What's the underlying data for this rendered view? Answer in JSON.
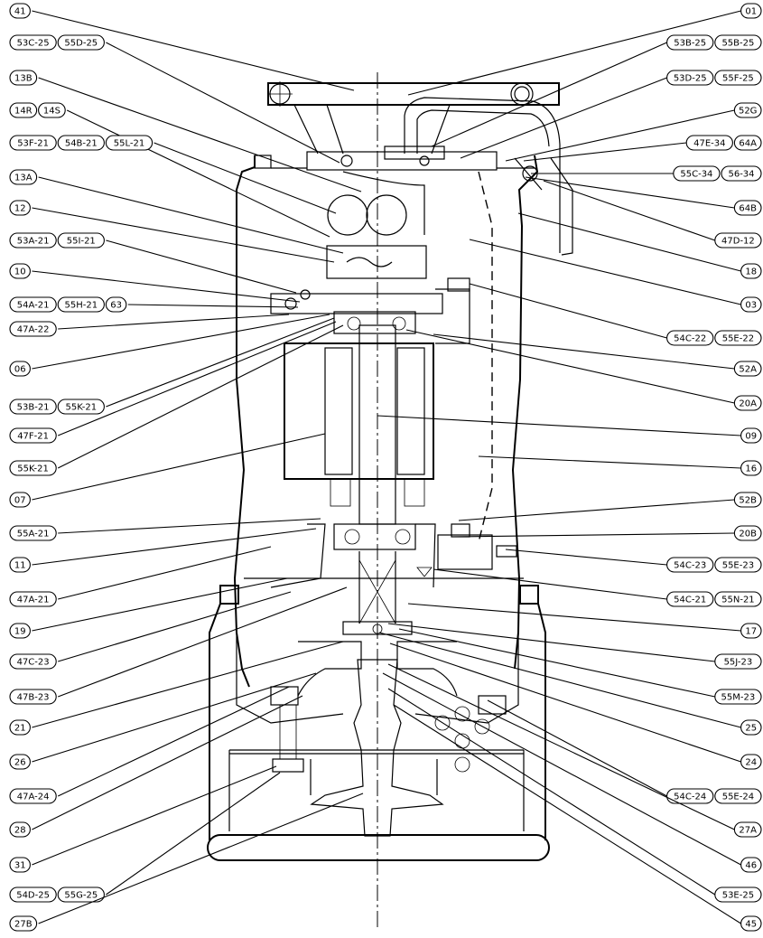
{
  "left_labels": [
    {
      "parts": [
        "41"
      ]
    },
    {
      "parts": [
        "53C-25",
        "55D-25"
      ]
    },
    {
      "parts": [
        "13B"
      ]
    },
    {
      "parts": [
        "14R",
        "14S"
      ]
    },
    {
      "parts": [
        "53F-21",
        "54B-21",
        "55L-21"
      ]
    },
    {
      "parts": [
        "13A"
      ]
    },
    {
      "parts": [
        "12"
      ]
    },
    {
      "parts": [
        "53A-21",
        "55I-21"
      ]
    },
    {
      "parts": [
        "10"
      ]
    },
    {
      "parts": [
        "54A-21",
        "55H-21",
        "63"
      ]
    },
    {
      "parts": [
        "47A-22"
      ]
    },
    {
      "parts": [
        "06"
      ]
    },
    {
      "parts": [
        "53B-21",
        "55K-21"
      ]
    },
    {
      "parts": [
        "47F-21"
      ]
    },
    {
      "parts": [
        "55K-21"
      ]
    },
    {
      "parts": [
        "07"
      ]
    },
    {
      "parts": [
        "55A-21"
      ]
    },
    {
      "parts": [
        "11"
      ]
    },
    {
      "parts": [
        "47A-21"
      ]
    },
    {
      "parts": [
        "19"
      ]
    },
    {
      "parts": [
        "47C-23"
      ]
    },
    {
      "parts": [
        "47B-23"
      ]
    },
    {
      "parts": [
        "21"
      ]
    },
    {
      "parts": [
        "26"
      ]
    },
    {
      "parts": [
        "47A-24"
      ]
    },
    {
      "parts": [
        "28"
      ]
    },
    {
      "parts": [
        "31"
      ]
    },
    {
      "parts": [
        "54D-25",
        "55G-25"
      ]
    },
    {
      "parts": [
        "27B"
      ]
    }
  ],
  "right_labels": [
    {
      "parts": [
        "01"
      ]
    },
    {
      "parts": [
        "53B-25",
        "55B-25"
      ]
    },
    {
      "parts": [
        "53D-25",
        "55F-25"
      ]
    },
    {
      "parts": [
        "52G"
      ]
    },
    {
      "parts": [
        "47E-34",
        "64A"
      ]
    },
    {
      "parts": [
        "55C-34",
        "56-34"
      ]
    },
    {
      "parts": [
        "64B"
      ]
    },
    {
      "parts": [
        "47D-12"
      ]
    },
    {
      "parts": [
        "18"
      ]
    },
    {
      "parts": [
        "03"
      ]
    },
    {
      "parts": [
        "54C-22",
        "55E-22"
      ]
    },
    {
      "parts": [
        "52A"
      ]
    },
    {
      "parts": [
        "20A"
      ]
    },
    {
      "parts": [
        "09"
      ]
    },
    {
      "parts": [
        "16"
      ]
    },
    {
      "parts": [
        "52B"
      ]
    },
    {
      "parts": [
        "20B"
      ]
    },
    {
      "parts": [
        "54C-23",
        "55E-23"
      ]
    },
    {
      "parts": [
        "54C-21",
        "55N-21"
      ]
    },
    {
      "parts": [
        "17"
      ]
    },
    {
      "parts": [
        "55J-23"
      ]
    },
    {
      "parts": [
        "55M-23"
      ]
    },
    {
      "parts": [
        "25"
      ]
    },
    {
      "parts": [
        "24"
      ]
    },
    {
      "parts": [
        "54C-24",
        "55E-24"
      ]
    },
    {
      "parts": [
        "27A"
      ]
    },
    {
      "parts": [
        "46"
      ]
    },
    {
      "parts": [
        "53E-25"
      ]
    },
    {
      "parts": [
        "45"
      ]
    }
  ]
}
